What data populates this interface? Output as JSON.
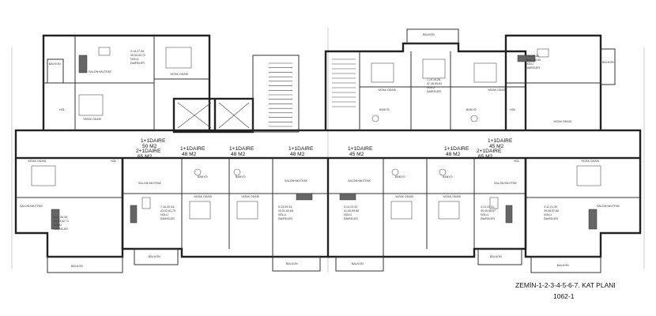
{
  "caption": {
    "title": "ZEMİN-1-2-3-4-5-6-7. KAT PLANI",
    "code": "1062-1"
  },
  "corridor_units": [
    {
      "name": "1+1DAIRE",
      "area": "50 M2"
    },
    {
      "name": "2+1DAIRE",
      "area": "65 M2"
    },
    {
      "name": "1+1DAIRE",
      "area": "48 M2"
    },
    {
      "name": "1+1DAIRE",
      "area": "48 M2"
    },
    {
      "name": "1+1DAIRE",
      "area": "48 M2"
    },
    {
      "name": "1+1DAIRE",
      "area": "45 M2"
    },
    {
      "name": "1+1DAIRE",
      "area": "48 M2"
    },
    {
      "name": "1+1DAIRE",
      "area": "45 M2"
    },
    {
      "name": "2+1DAIRE",
      "area": "65 M2"
    }
  ],
  "apartment_labels": [
    {
      "nums1": "9,18,27,36,",
      "nums2": "45,54,63,72",
      "l1": "NOLU",
      "l2": "DAIRELER"
    },
    {
      "nums1": "1,10,19,28,",
      "nums2": "37,46,55,64",
      "l1": "NOLU",
      "l2": "DAIRELER"
    },
    {
      "nums1": "2,11,20,29,",
      "nums2": "38,47,56,65",
      "l1": "NOLU",
      "l2": "DAIRELER"
    },
    {
      "nums1": "8,17,26,35,",
      "nums2": "44,53,62,71",
      "l1": "NOLU",
      "l2": "DAIRELER"
    },
    {
      "nums1": "7,16,25,34,",
      "nums2": "43,52,61,70",
      "l1": "NOLU",
      "l2": "DAIRELER"
    },
    {
      "nums1": "6,15,24,33,",
      "nums2": "42,51,60,69",
      "l1": "NOLU",
      "l2": "DAIRELER"
    },
    {
      "nums1": "5,14,23,32,",
      "nums2": "41,50,59,68",
      "l1": "NOLU",
      "l2": "DAIRELER"
    },
    {
      "nums1": "4,13,22,31,",
      "nums2": "40,49,58,67",
      "l1": "NOLU",
      "l2": "DAIRELER"
    },
    {
      "nums1": "3,12,21,30,",
      "nums2": "39,48,57,66",
      "l1": "NOLU",
      "l2": "DAIRELER"
    }
  ],
  "room_labels": {
    "balkon": "BALKON",
    "salon": "SALON+MUTFAK",
    "yatak": "YATAK ODASI",
    "banyo": "BANYO",
    "hol": "HOL"
  }
}
